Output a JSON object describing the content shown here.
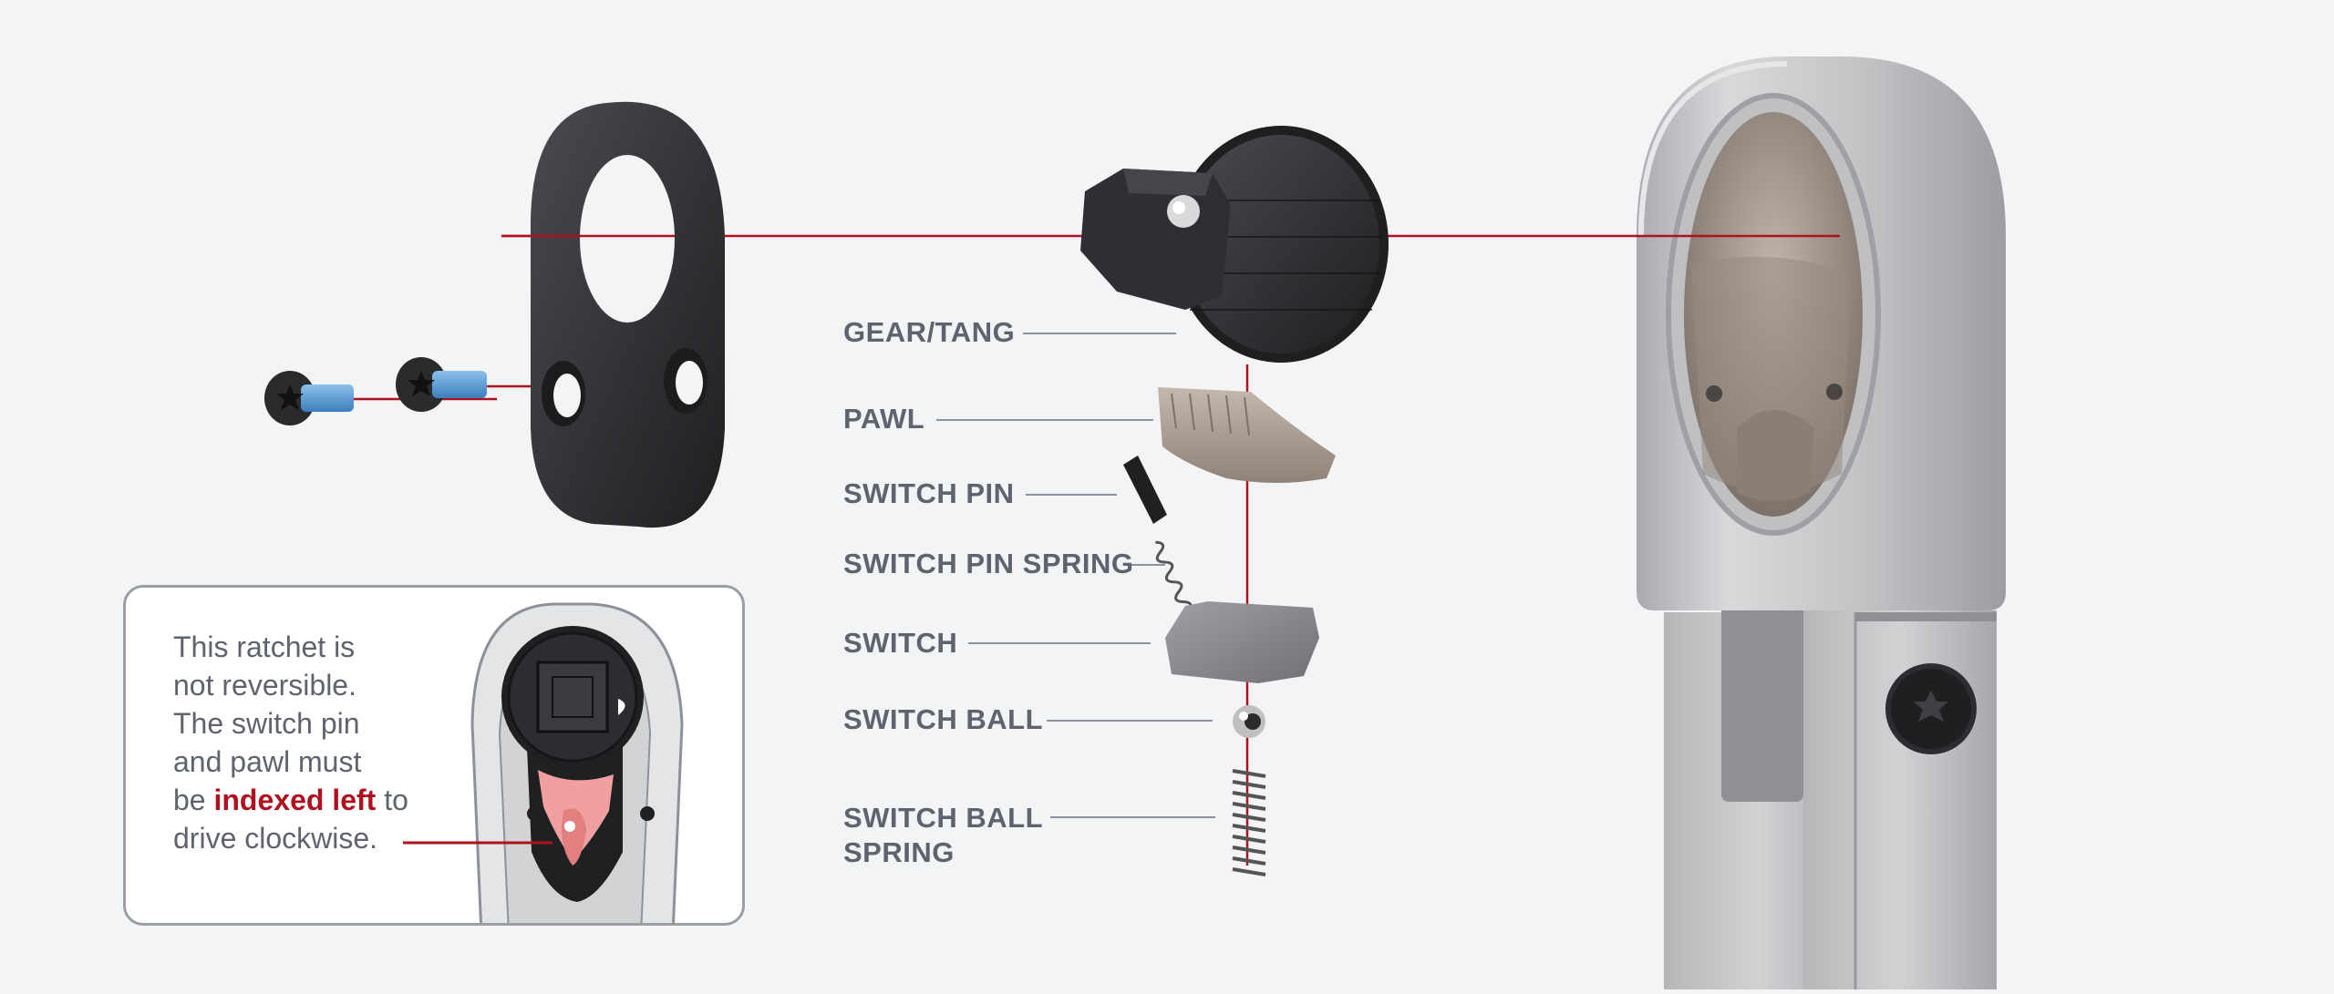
{
  "labels": {
    "gear_tang": "GEAR/TANG",
    "pawl": "PAWL",
    "switch_pin": "SWITCH PIN",
    "switch_pin_spring": "SWITCH PIN SPRING",
    "switch": "SWITCH",
    "switch_ball": "SWITCH BALL",
    "switch_ball_spring_line1": "SWITCH BALL",
    "switch_ball_spring_line2": "SPRING"
  },
  "note": {
    "line1": "This ratchet is",
    "line2": "not reversible.",
    "line3": "The switch pin",
    "line4": "and pawl must",
    "line5_pre": "be ",
    "line5_highlight": "indexed left",
    "line5_post": " to",
    "line6": "drive clockwise."
  },
  "colors": {
    "background": "#f3f4f6",
    "label_text": "#5e636d",
    "accent_red": "#b0111e",
    "leader_line": "#8d9199",
    "part_black": "#2a2b2d",
    "steel": "#c9cacc",
    "pawl_bronze": "#a89b90",
    "thread_lock_blue": "#4f95cf"
  },
  "icons": {
    "screw": "torx-flat-head-screw",
    "bolt_head": "torx-bolt-icon"
  }
}
